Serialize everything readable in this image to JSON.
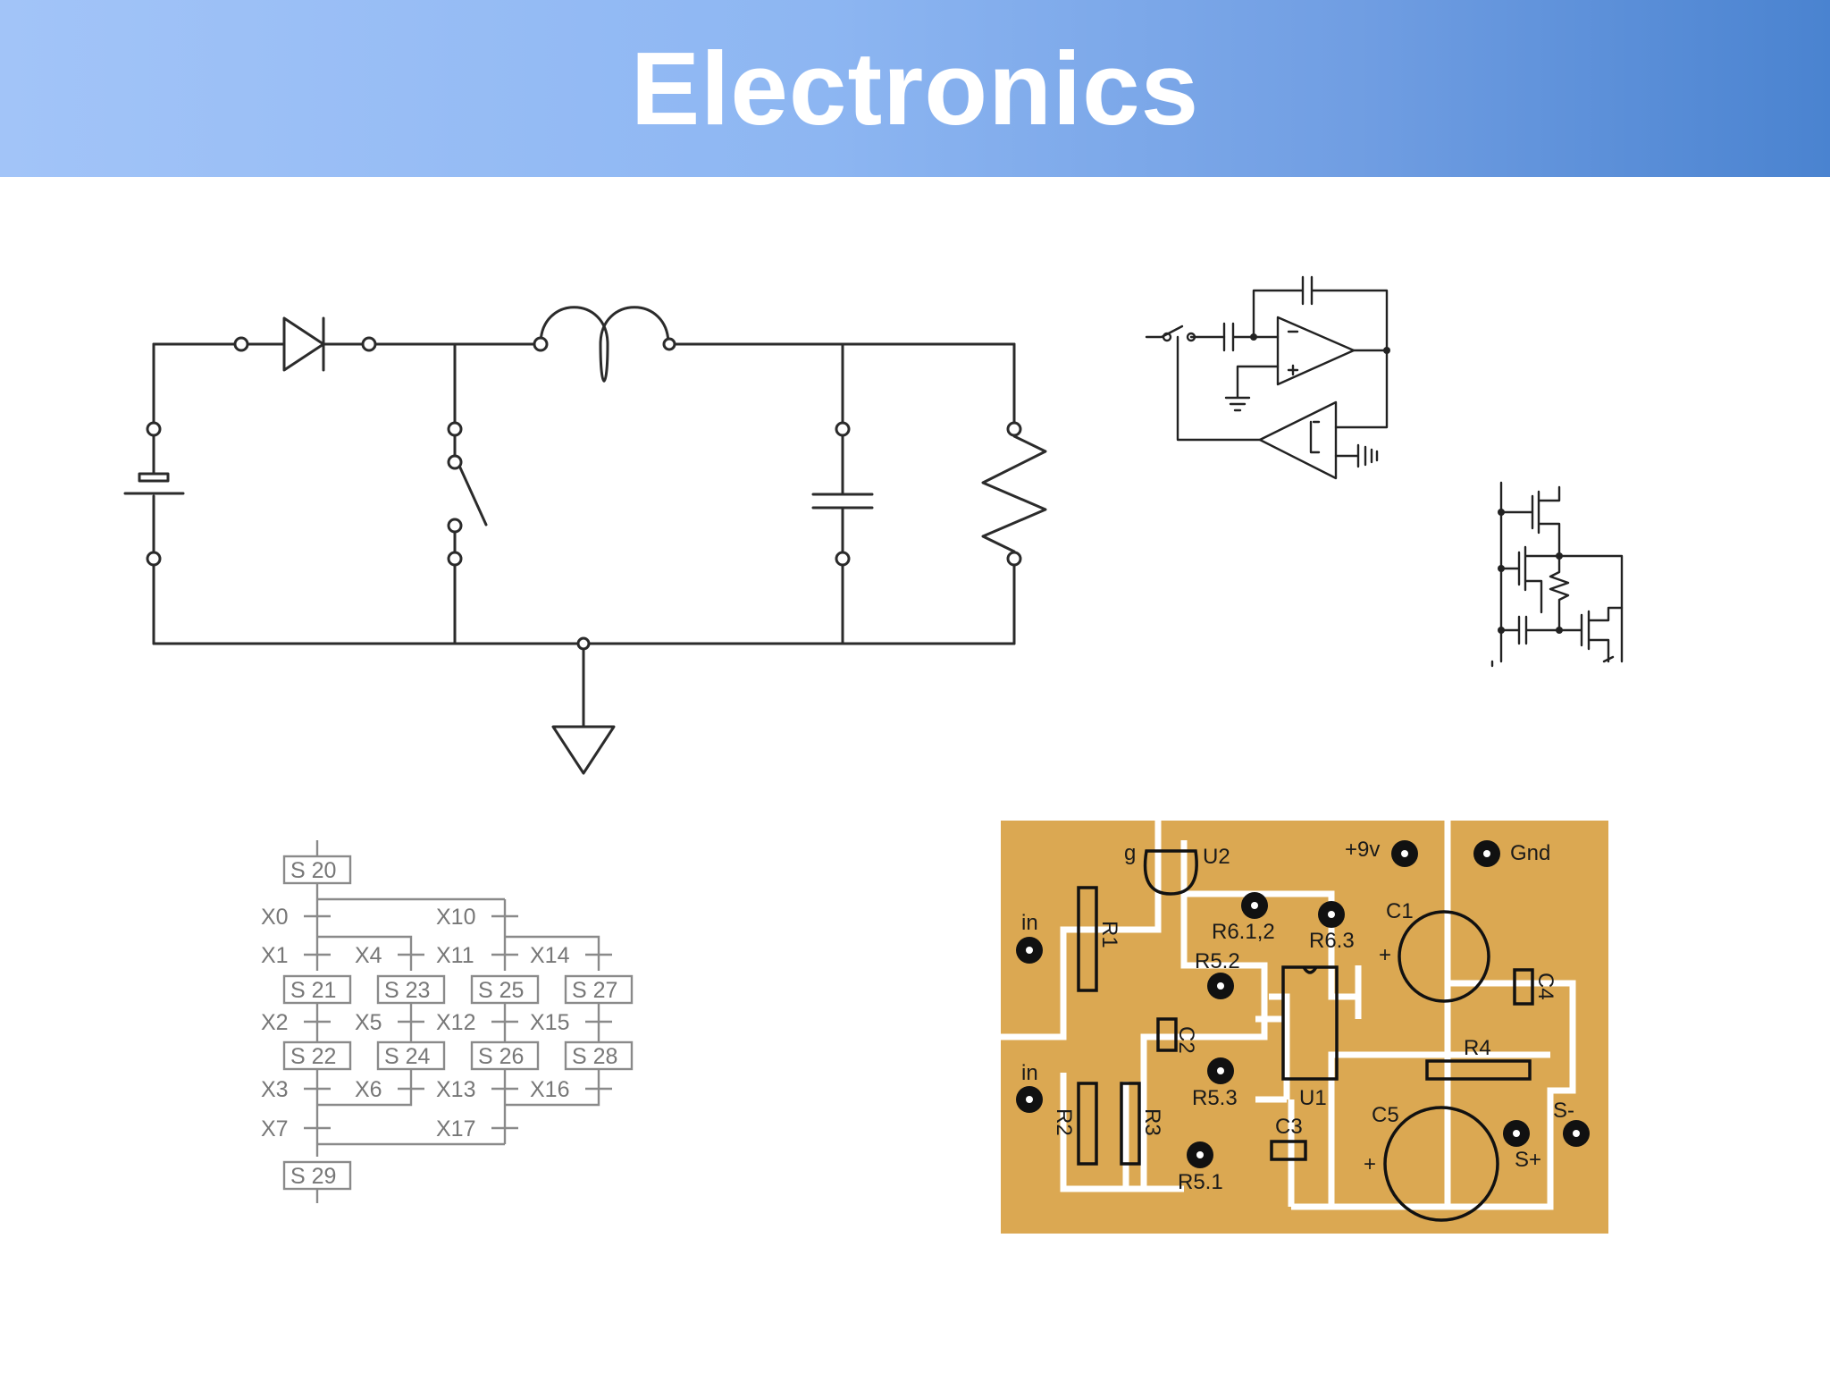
{
  "title": "Electronics",
  "sfc": {
    "steps": [
      "S 20",
      "S 21",
      "S 23",
      "S 25",
      "S 27",
      "S 22",
      "S 24",
      "S 26",
      "S 28",
      "S 29"
    ],
    "transitions": [
      "X0",
      "X10",
      "X1",
      "X4",
      "X11",
      "X14",
      "X2",
      "X5",
      "X12",
      "X15",
      "X3",
      "X6",
      "X13",
      "X16",
      "X7",
      "X17"
    ]
  },
  "pcb": {
    "labels": [
      "U2",
      "g",
      "+9v",
      "Gnd",
      "in",
      "R1",
      "R6.1,2",
      "R6.3",
      "C1",
      "R5.2",
      "C4",
      "C2",
      "U1",
      "R4",
      "in",
      "R5.3",
      "R2",
      "R3",
      "C3",
      "C5",
      "S-",
      "S+",
      "R5.1",
      "+",
      "+"
    ],
    "board_color": "#dba852"
  },
  "colors": {
    "banner_start": "#a2c4f8",
    "banner_end": "#4a83d0"
  }
}
